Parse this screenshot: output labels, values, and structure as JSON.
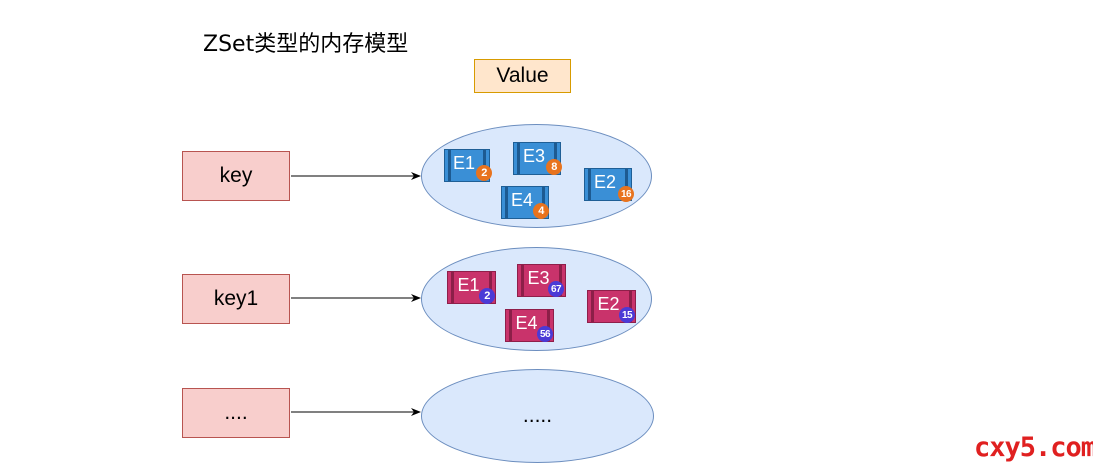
{
  "title": "ZSet类型的内存模型",
  "value_label": "Value",
  "rows": [
    {
      "key": "key",
      "ellipse_text": "",
      "elements": [
        {
          "label": "E1",
          "score": "2"
        },
        {
          "label": "E3",
          "score": "8"
        },
        {
          "label": "E2",
          "score": "16"
        },
        {
          "label": "E4",
          "score": "4"
        }
      ]
    },
    {
      "key": "key1",
      "ellipse_text": "",
      "elements": [
        {
          "label": "E1",
          "score": "2"
        },
        {
          "label": "E3",
          "score": "67"
        },
        {
          "label": "E2",
          "score": "15"
        },
        {
          "label": "E4",
          "score": "56"
        }
      ]
    },
    {
      "key": "....",
      "ellipse_text": ".....",
      "elements": []
    }
  ],
  "watermark": "cxy5.com",
  "colors": {
    "key_fill": "#f8cecc",
    "key_border": "#b85450",
    "ellipse_fill": "#dae8fc",
    "ellipse_border": "#6c8ebf",
    "value_fill": "#ffe6cc",
    "value_border": "#d79b00",
    "element_blue": "#3a8fd6",
    "element_red": "#c9336b",
    "badge_orange": "#e8731e",
    "badge_purple": "#4b3ad6",
    "watermark": "#e02020"
  }
}
